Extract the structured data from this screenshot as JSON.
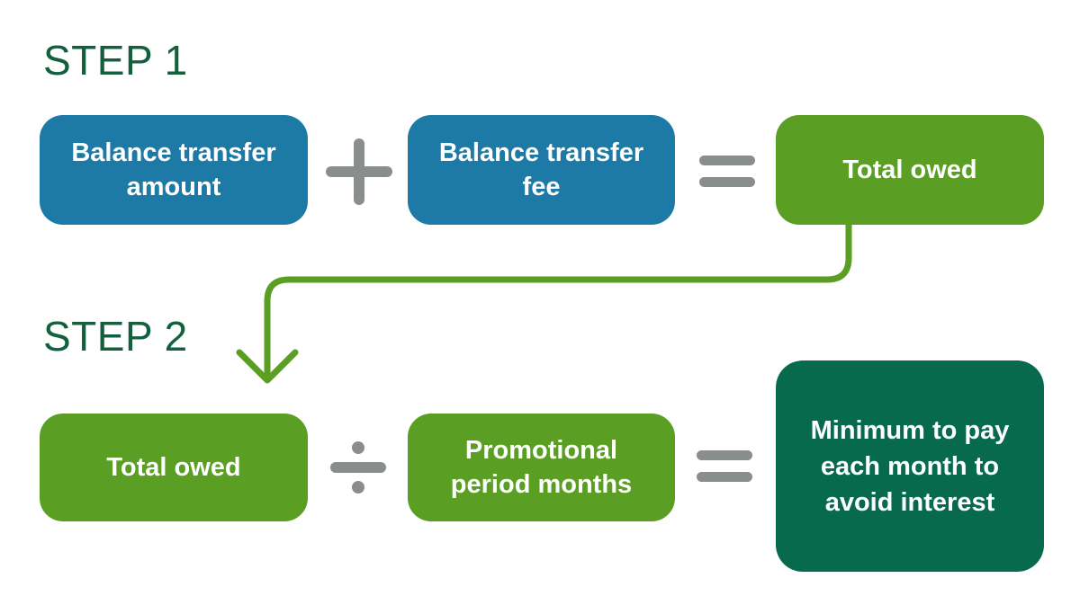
{
  "palette": {
    "background": "#FFFFFF",
    "blue_box": "#1D7AA6",
    "green_box": "#5A9E23",
    "dark_green_box": "#086A4D",
    "heading_text": "#145F3D",
    "operator_gray": "#8A8D8D",
    "box_text": "#FFFFFF",
    "arrow_green": "#5A9E23"
  },
  "step1": {
    "label": "STEP 1",
    "boxes": [
      {
        "label": "Balance transfer\namount",
        "color": "#1D7AA6"
      },
      {
        "label": "Balance transfer\nfee",
        "color": "#1D7AA6"
      },
      {
        "label": "Total owed",
        "color": "#5A9E23"
      }
    ],
    "operators": [
      {
        "name": "plus",
        "glyph": "+"
      },
      {
        "name": "equals",
        "glyph": "="
      }
    ]
  },
  "step2": {
    "label": "STEP 2",
    "boxes": [
      {
        "label": "Total owed",
        "color": "#5A9E23"
      },
      {
        "label": "Promotional\nperiod months",
        "color": "#5A9E23"
      },
      {
        "label": "Minimum to pay\neach month to\navoid interest",
        "color": "#086A4D"
      }
    ],
    "operators": [
      {
        "name": "divide",
        "glyph": "÷"
      },
      {
        "name": "equals",
        "glyph": "="
      }
    ]
  }
}
